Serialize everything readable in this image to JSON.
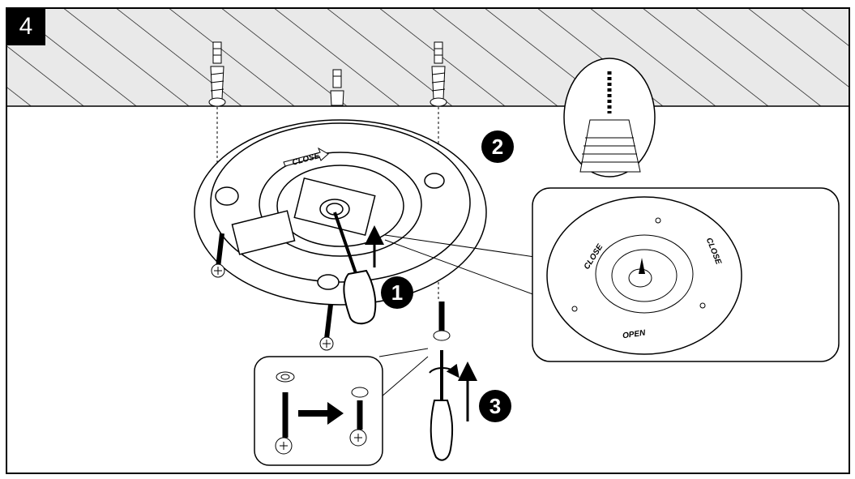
{
  "step_number": "4",
  "steps": [
    {
      "id": "1",
      "label": "1"
    },
    {
      "id": "2",
      "label": "2"
    },
    {
      "id": "3",
      "label": "3"
    }
  ],
  "plate_labels": {
    "close": "CLOSE",
    "open": "OPEN"
  },
  "icons": [
    "wall-anchor-icon",
    "screw-icon",
    "screwdriver-icon",
    "washer-icon",
    "arrow-icon"
  ]
}
